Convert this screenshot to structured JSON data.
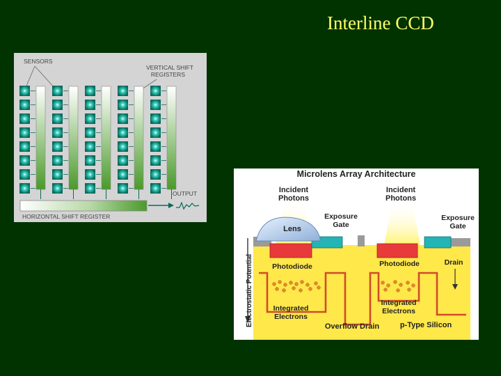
{
  "slide": {
    "title": "Interline CCD"
  },
  "ccd_diagram": {
    "sensors_label": "SENSORS",
    "vsr_label_1": "VERTICAL SHIFT",
    "vsr_label_2": "REGISTERS",
    "output_label": "OUTPUT",
    "hsr_label": "HORIZONTAL SHIFT REGISTER",
    "columns": 5,
    "rows": 8,
    "colors": {
      "sensor": "#0a8a7a",
      "register_top": "#ffffff",
      "register_bottom": "#4a9a2a",
      "panel": "#d4d4d4"
    }
  },
  "microlens": {
    "title": "Microlens Array Architecture",
    "incident_left_1": "Incident",
    "incident_left_2": "Photons",
    "incident_right_1": "Incident",
    "incident_right_2": "Photons",
    "exposure_left_1": "Exposure",
    "exposure_left_2": "Gate",
    "exposure_right_1": "Exposure",
    "exposure_right_2": "Gate",
    "lens_label": "Lens",
    "photodiode_left": "Photodiode",
    "photodiode_right": "Photodiode",
    "drain_label": "Drain",
    "axis_label": "Electrostatic Potential",
    "integrated_left_1": "Integrated",
    "integrated_left_2": "Electrons",
    "integrated_right_1": "Integrated",
    "integrated_right_2": "Electrons",
    "overflow_label": "Overflow Drain",
    "silicon_label": "p-Type Silicon",
    "colors": {
      "silicon": "#ffe84a",
      "photodiode": "#e83a3a",
      "gate": "#23b5b5",
      "potential": "#d24a2a"
    }
  }
}
